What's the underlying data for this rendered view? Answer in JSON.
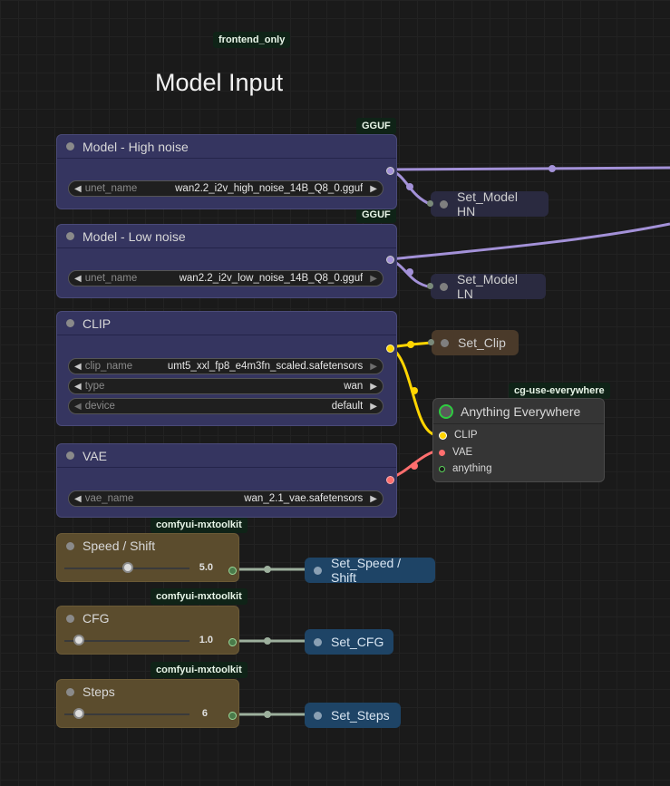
{
  "badges": {
    "frontend_only": "frontend_only",
    "gguf_high": "GGUF",
    "gguf_low": "GGUF",
    "cg_use_everywhere": "cg-use-everywhere",
    "mxtoolkit_speed": "comfyui-mxtoolkit",
    "mxtoolkit_cfg": "comfyui-mxtoolkit",
    "mxtoolkit_steps": "comfyui-mxtoolkit"
  },
  "group": {
    "title": "Model Input"
  },
  "nodes": {
    "model_high": {
      "title": "Model - High noise",
      "widget_label": "unet_name",
      "widget_value": "wan2.2_i2v_high_noise_14B_Q8_0.gguf"
    },
    "model_low": {
      "title": "Model - Low noise",
      "widget_label": "unet_name",
      "widget_value": "wan2.2_i2v_low_noise_14B_Q8_0.gguf"
    },
    "clip": {
      "title": "CLIP",
      "widgets": [
        {
          "label": "clip_name",
          "value": "umt5_xxl_fp8_e4m3fn_scaled.safetensors"
        },
        {
          "label": "type",
          "value": "wan"
        },
        {
          "label": "device",
          "value": "default"
        }
      ]
    },
    "vae": {
      "title": "VAE",
      "widget_label": "vae_name",
      "widget_value": "wan_2.1_vae.safetensors"
    },
    "anything_everywhere": {
      "title": "Anything Everywhere",
      "inputs": [
        "CLIP",
        "VAE",
        "anything"
      ]
    },
    "speed": {
      "title": "Speed / Shift",
      "value": "5.0",
      "slider_fraction": 0.5
    },
    "cfg": {
      "title": "CFG",
      "value": "1.0",
      "slider_fraction": 0.0
    },
    "steps": {
      "title": "Steps",
      "value": "6",
      "slider_fraction": 0.0
    }
  },
  "set_nodes": {
    "model_hn": "Set_Model HN",
    "model_ln": "Set_Model LN",
    "clip": "Set_Clip",
    "speed": "Set_Speed / Shift",
    "cfg": "Set_CFG",
    "steps": "Set_Steps"
  },
  "colors": {
    "model_wire": "#a391d8",
    "clip_wire": "#ffd500",
    "vae_wire": "#ff6e6e",
    "float_wire": "#9db09d",
    "model_node": "#353560",
    "primitive_node": "#5b4c2d",
    "set_model_node": "#2a2a40",
    "set_clip_node": "#4a3a2a",
    "set_primitive_node": "#1e4466",
    "everywhere_node": "#353535"
  }
}
